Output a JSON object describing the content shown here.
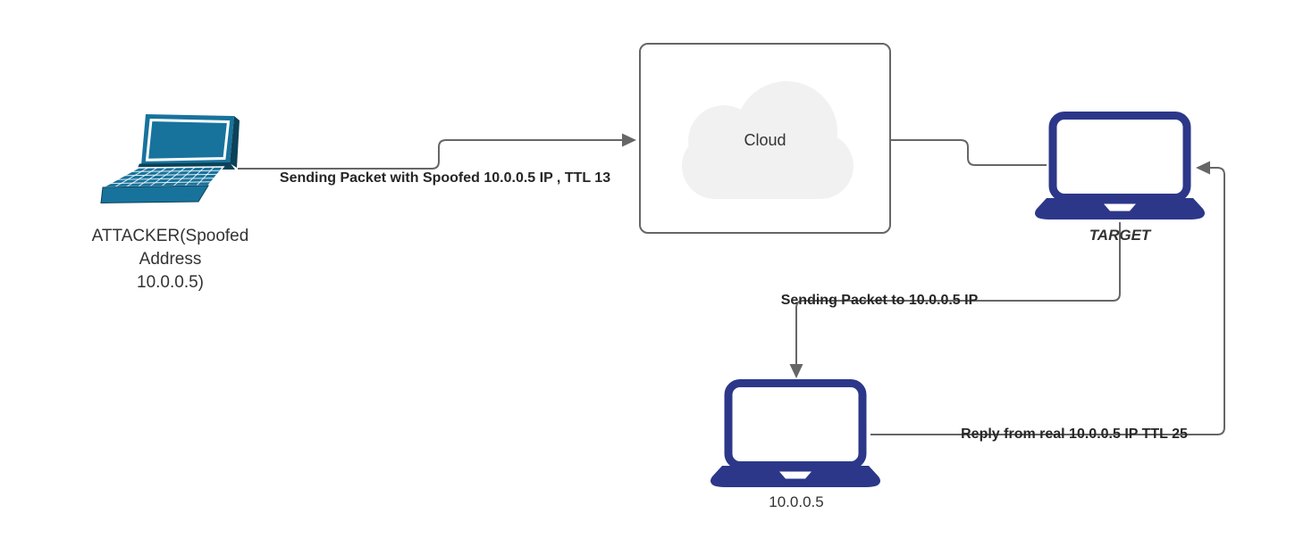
{
  "diagram": {
    "colors": {
      "background": "#ffffff",
      "line": "#666666",
      "edge_label_text": "#262626",
      "node_label_text": "#333333",
      "attacker_laptop": "#17739c",
      "attacker_laptop_dark": "#0c4259",
      "navy_laptop": "#2c3789",
      "cloud_fill": "#f1f1f2",
      "cloud_border": "#666666"
    },
    "icons": {
      "attacker": "laptop-perspective-icon",
      "cloud": "cloud-icon",
      "target": "laptop-icon",
      "real_host": "laptop-icon"
    },
    "nodes": {
      "attacker": {
        "label_lines": [
          "ATTACKER(Spoofed",
          "Address",
          "10.0.0.5)"
        ]
      },
      "cloud": {
        "label": "Cloud"
      },
      "target": {
        "label": "TARGET"
      },
      "real_host": {
        "label": "10.0.0.5"
      }
    },
    "edges": {
      "attacker_to_cloud": {
        "label": "Sending Packet with Spoofed 10.0.0.5 IP , TTL 13"
      },
      "cloud_to_target": {
        "label": ""
      },
      "target_to_real_host": {
        "label": "Sending Packet to 10.0.0.5 IP"
      },
      "real_host_to_target": {
        "label": "Reply from real 10.0.0.5 IP TTL 25"
      }
    }
  }
}
